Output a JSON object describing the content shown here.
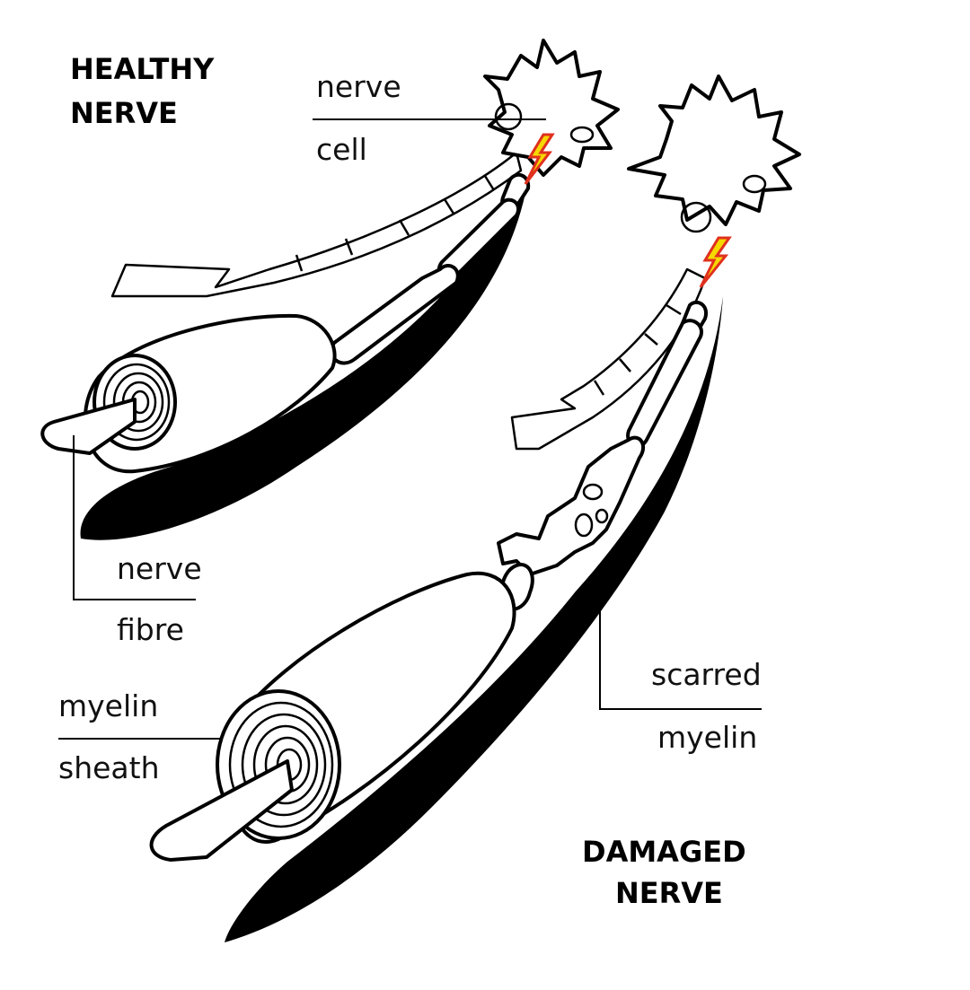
{
  "titles": {
    "healthy": [
      "HEALTHY",
      "NERVE"
    ],
    "damaged": [
      "DAMAGED",
      "NERVE"
    ]
  },
  "labels": {
    "nerve_cell": [
      "nerve",
      "cell"
    ],
    "nerve_fibre": [
      "nerve",
      "fibre"
    ],
    "myelin_sheath": [
      "myelin",
      "sheath"
    ],
    "scarred_myelin": [
      "scarred",
      "myelin"
    ]
  },
  "colors": {
    "ink": "#000000",
    "paper": "#ffffff",
    "impulse_red": "#e0301e",
    "impulse_yellow": "#f5d800"
  }
}
